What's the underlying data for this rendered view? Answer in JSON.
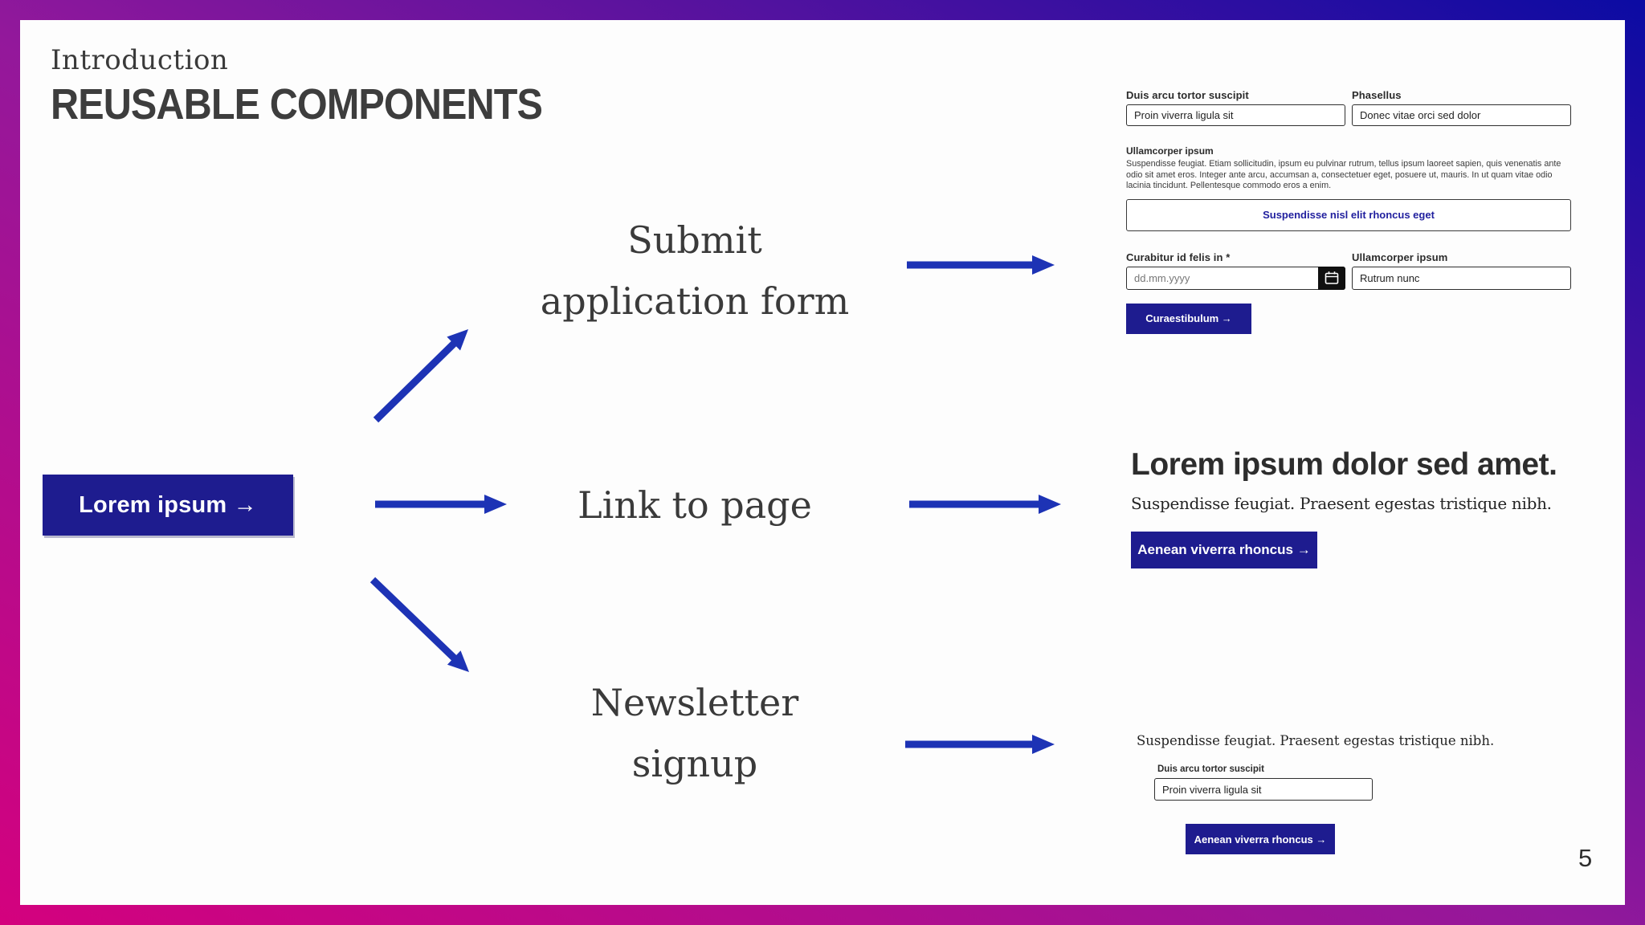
{
  "slide": {
    "eyebrow": "Introduction",
    "title": "REUSABLE COMPONENTS",
    "page_number": "5"
  },
  "source": {
    "button_label": "Lorem ipsum →"
  },
  "branches": {
    "form": {
      "line1": "Submit",
      "line2": "application form"
    },
    "link": {
      "line1": "Link to page"
    },
    "newsletter": {
      "line1": "Newsletter",
      "line2": "signup"
    }
  },
  "form_component": {
    "field1_label": "Duis arcu tortor suscipit",
    "field1_value": "Proin viverra ligula sit",
    "field2_label": "Phasellus",
    "field2_value": "Donec vitae orci sed dolor",
    "textarea_label": "Ullamcorper ipsum",
    "paragraph": "Suspendisse feugiat. Etiam sollicitudin, ipsum eu pulvinar rutrum, tellus ipsum laoreet sapien, quis venenatis ante odio sit amet eros. Integer ante arcu, accumsan a, consectetuer eget, posuere ut, mauris. In ut quam vitae odio lacinia tincidunt. Pellentesque commodo eros a enim.",
    "secondary_button": "Suspendisse nisl elit rhoncus eget",
    "date_label": "Curabitur id felis in *",
    "date_placeholder": "dd.mm.yyyy",
    "calendar_icon": "calendar-icon",
    "field3_label": "Ullamcorper ipsum",
    "field3_value": "Rutrum nunc",
    "primary_button": "Curaestibulum →"
  },
  "link_component": {
    "heading": "Lorem ipsum dolor sed amet.",
    "body": "Suspendisse feugiat. Praesent egestas tristique nibh.",
    "button": "Aenean viverra rhoncus →"
  },
  "newsletter_component": {
    "body": "Suspendisse feugiat. Praesent egestas tristique nibh.",
    "field_label": "Duis arcu tortor suscipit",
    "field_value": "Proin viverra ligula sit",
    "button": "Aenean viverra rhoncus →"
  },
  "colors": {
    "navy": "#1e1c8f",
    "arrow": "#1d33b5",
    "frame-pink": "#d4017e",
    "frame-mid": "#93189b",
    "frame-blue": "#0b0ba3"
  }
}
